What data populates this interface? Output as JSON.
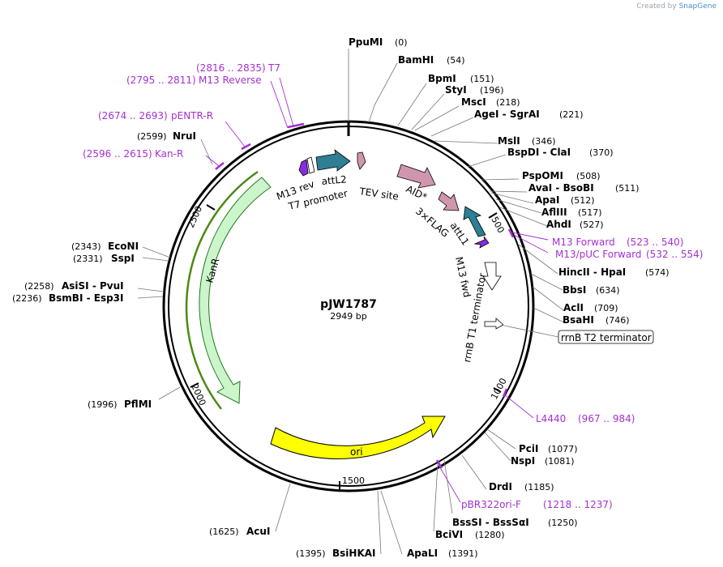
{
  "header": {
    "brand_prefix": "Created by",
    "brand_name": "SnapGene"
  },
  "plasmid": {
    "name": "pJW1787",
    "length_label": "2949 bp",
    "length": 2949
  },
  "colors": {
    "backbone": "#000000",
    "enzyme_line": "#777777",
    "primer": "#a530d0",
    "attL": "#2e7f93",
    "tev_aid_flag": "#cf96ad",
    "kanR_fill": "#ccf5cc",
    "kanR_edge": "#1d7a1d",
    "kanR_arc": "#4c8a12",
    "ori": "#ffff00",
    "terminator_fill": "#ffffff",
    "m13_primer_site": "#8a2be2"
  },
  "ticks": [
    "500",
    "1000",
    "1500",
    "2000",
    "2500"
  ],
  "enzymes": [
    {
      "name": "PpuMI",
      "pos": "(0)"
    },
    {
      "name": "BamHI",
      "pos": "(54)"
    },
    {
      "name": "BpmI",
      "pos": "(151)"
    },
    {
      "name": "StyI",
      "pos": "(196)"
    },
    {
      "name": "MscI",
      "pos": "(218)"
    },
    {
      "name": "AgeI  -  SgrAI",
      "pos": "(221)"
    },
    {
      "name": "MslI",
      "pos": "(346)"
    },
    {
      "name": "BspDI  -  ClaI",
      "pos": "(370)"
    },
    {
      "name": "PspOMI",
      "pos": "(508)"
    },
    {
      "name": "AvaI  -  BsoBI",
      "pos": "(511)"
    },
    {
      "name": "ApaI",
      "pos": "(512)"
    },
    {
      "name": "AflIII",
      "pos": "(517)"
    },
    {
      "name": "AhdI",
      "pos": "(527)"
    },
    {
      "name": "HincII  -  HpaI",
      "pos": "(574)"
    },
    {
      "name": "BbsI",
      "pos": "(634)"
    },
    {
      "name": "AclI",
      "pos": "(709)"
    },
    {
      "name": "BsaHI",
      "pos": "(746)"
    },
    {
      "name": "PciI",
      "pos": "(1077)"
    },
    {
      "name": "NspI",
      "pos": "(1081)"
    },
    {
      "name": "DrdI",
      "pos": "(1185)"
    },
    {
      "name": "BssSI  -  BssSαI",
      "pos": "(1250)"
    },
    {
      "name": "BciVI",
      "pos": "(1280)"
    },
    {
      "name": "ApaLI",
      "pos": "(1391)"
    },
    {
      "name": "BsiHKAI",
      "pos": "(1395)"
    },
    {
      "name": "AcuI",
      "pos": "(1625)"
    },
    {
      "name": "PflMI",
      "pos": "(1996)"
    },
    {
      "name": "AsiSI  -  PvuI",
      "pos": "(2258)"
    },
    {
      "name": "BsmBI  -  Esp3I",
      "pos": "(2236)"
    },
    {
      "name": "EcoNI",
      "pos": "(2343)"
    },
    {
      "name": "SspI",
      "pos": "(2331)"
    },
    {
      "name": "NruI",
      "pos": "(2599)"
    }
  ],
  "primers": [
    {
      "name": "T7",
      "range": "(2816 .. 2835)"
    },
    {
      "name": "M13 Reverse",
      "range": "(2795 .. 2811)"
    },
    {
      "name": "pENTR-R",
      "range": "(2674 .. 2693)"
    },
    {
      "name": "Kan-R",
      "range": "(2596 .. 2615)"
    },
    {
      "name": "M13 Forward",
      "range": "(523 .. 540)"
    },
    {
      "name": "M13/pUC Forward",
      "range": "(532 .. 554)"
    },
    {
      "name": "L4440",
      "range": "(967 .. 984)"
    },
    {
      "name": "pBR322ori-F",
      "range": "(1218 .. 1237)"
    }
  ],
  "features": [
    {
      "name": "M13 rev"
    },
    {
      "name": "T7 promoter"
    },
    {
      "name": "attL2"
    },
    {
      "name": "TEV site"
    },
    {
      "name": "AID*"
    },
    {
      "name": "3×FLAG"
    },
    {
      "name": "attL1"
    },
    {
      "name": "M13 fwd"
    },
    {
      "name": "rrnB T1 terminator"
    },
    {
      "name": "rrnB T2 terminator"
    },
    {
      "name": "KanR"
    },
    {
      "name": "ori"
    }
  ]
}
